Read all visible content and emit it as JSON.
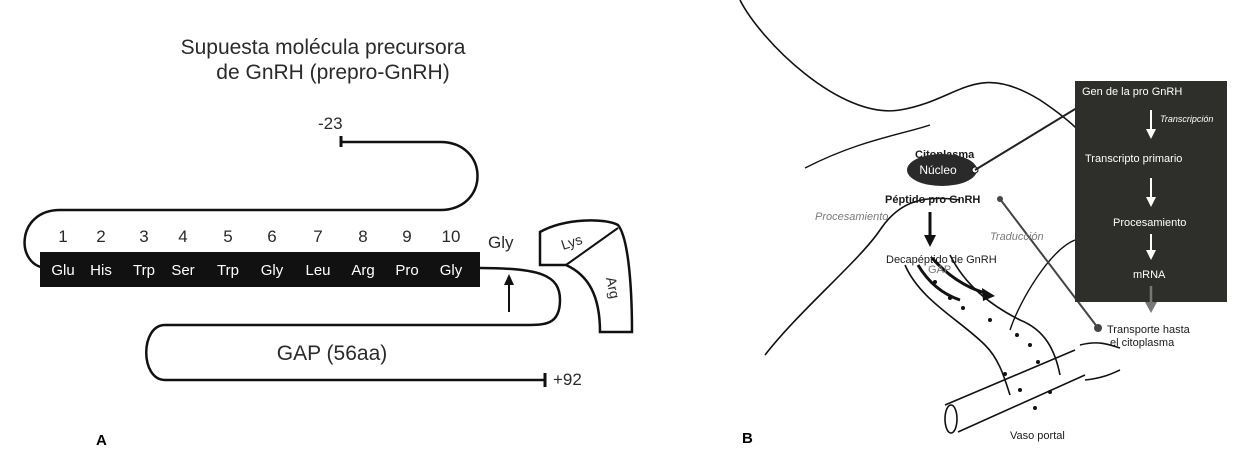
{
  "panel_a": {
    "letter": "A",
    "title_line1": "Supuesta molécula precursora",
    "title_line2": "de GnRH (prepro-GnRH)",
    "start_label": "-23",
    "end_label": "+92",
    "positions": [
      "1",
      "2",
      "3",
      "4",
      "5",
      "6",
      "7",
      "8",
      "9",
      "10"
    ],
    "residues": [
      "Glu",
      "His",
      "Trp",
      "Ser",
      "Trp",
      "Gly",
      "Leu",
      "Arg",
      "Pro",
      "Gly"
    ],
    "cleavage_residue": "Gly",
    "basic_pair_1": "Lys",
    "basic_pair_2": "Arg",
    "gap_label": "GAP (56aa)"
  },
  "panel_b": {
    "letter": "B",
    "citoplasma": "Citoplasma",
    "nucleo": "Núcleo",
    "peptido": "Péptido pro GnRH",
    "procesamiento_italic": "Procesamiento",
    "traduccion": "Traducción",
    "decapeptido": "Decapéptido de GnRH",
    "gap": "GAP",
    "vaso_portal": "Vaso portal",
    "box": {
      "gen": "Gen de la pro GnRH",
      "transcripcion": "Transcripción",
      "transcripto": "Transcripto primario",
      "procesamiento": "Procesamiento",
      "mrna": "mRNA"
    },
    "transporte_line1": "Transporte hasta",
    "transporte_line2": "el citoplasma"
  },
  "colors": {
    "dark_box": "#2e2e2a",
    "black_bar": "#111111",
    "gray_text": "#7a7a7a"
  }
}
